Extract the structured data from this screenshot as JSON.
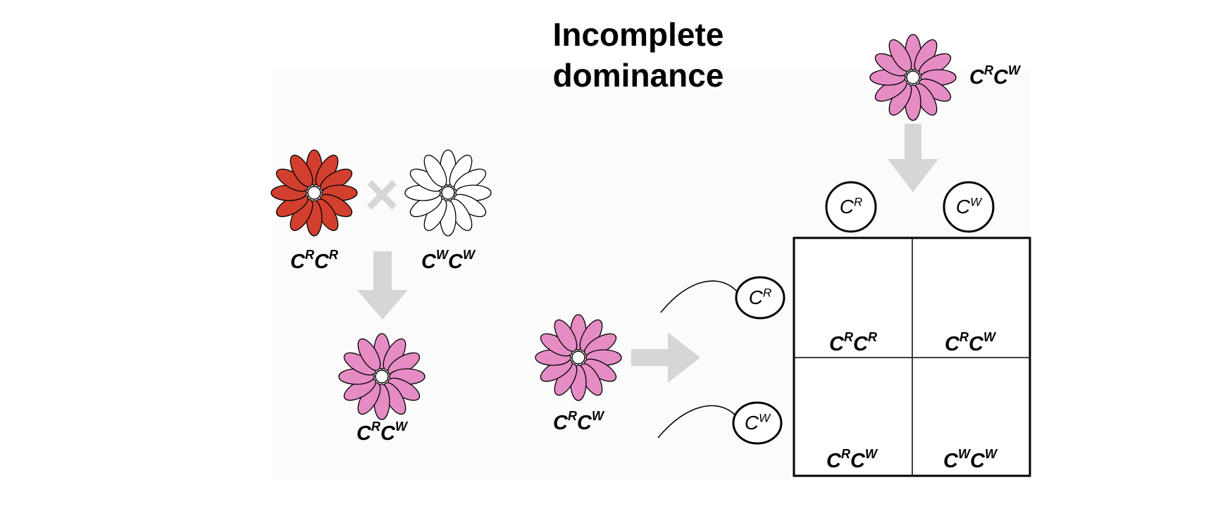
{
  "title_line1": "Incomplete",
  "title_line2": "dominance",
  "colors": {
    "red": "#d23f2e",
    "pink": "#e58cc4",
    "white": "#ffffff",
    "arrow": "#d6d6d6"
  },
  "cross": {
    "parent1": {
      "color": "red",
      "genotype": {
        "base1": "C",
        "sup1": "R",
        "base2": "C",
        "sup2": "R"
      }
    },
    "parent2": {
      "color": "white",
      "genotype": {
        "base1": "C",
        "sup1": "W",
        "base2": "C",
        "sup2": "W"
      }
    },
    "cross_symbol": "×",
    "offspring": {
      "color": "pink",
      "genotype": {
        "base1": "C",
        "sup1": "R",
        "base2": "C",
        "sup2": "W"
      }
    }
  },
  "self_cross": {
    "left_parent": {
      "color": "pink",
      "genotype": {
        "base1": "C",
        "sup1": "R",
        "base2": "C",
        "sup2": "W"
      }
    },
    "top_parent": {
      "color": "pink",
      "genotype": {
        "base1": "C",
        "sup1": "R",
        "base2": "C",
        "sup2": "W"
      }
    },
    "top_alleles": [
      {
        "base": "C",
        "sup": "R"
      },
      {
        "base": "C",
        "sup": "W"
      }
    ],
    "side_alleles": [
      {
        "base": "C",
        "sup": "R"
      },
      {
        "base": "C",
        "sup": "W"
      }
    ]
  },
  "punnett": [
    {
      "color": "red",
      "genotype": {
        "base1": "C",
        "sup1": "R",
        "base2": "C",
        "sup2": "R"
      }
    },
    {
      "color": "pink",
      "genotype": {
        "base1": "C",
        "sup1": "R",
        "base2": "C",
        "sup2": "W"
      }
    },
    {
      "color": "pink",
      "genotype": {
        "base1": "C",
        "sup1": "R",
        "base2": "C",
        "sup2": "W"
      }
    },
    {
      "color": "white",
      "genotype": {
        "base1": "C",
        "sup1": "W",
        "base2": "C",
        "sup2": "W"
      }
    }
  ]
}
